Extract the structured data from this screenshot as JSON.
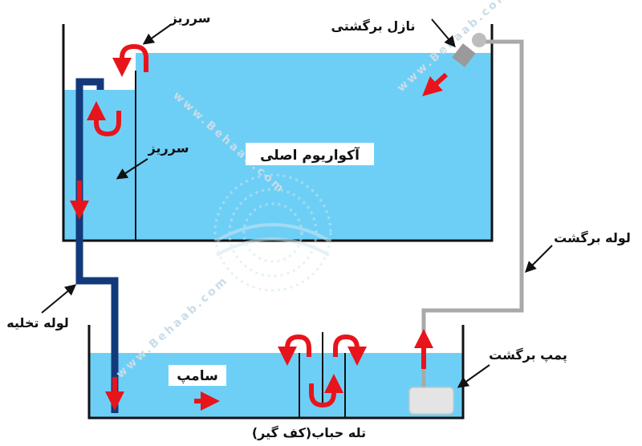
{
  "labels": {
    "overflow_top": "سرریز",
    "overflow_mid": "سرریز",
    "return_nozzle": "نازل برگشتی",
    "main_aquarium": "آکواریوم اصلی",
    "return_pipe": "لوله برگشت",
    "drain_pipe": "لوله تخلیه",
    "sump": "سامپ",
    "return_pump": "پمپ برگشت",
    "bubble_trap": "تله حباب(کف گیر)"
  },
  "watermark": {
    "text_1": "www.Behaab.com",
    "text_2": "www.Behaab.com",
    "text_3": "www.Behaab.com"
  },
  "colors": {
    "water": "#6ecff6",
    "drain_pipe": "#123a7a",
    "return_pipe": "#a9a9a9",
    "flow_arrow": "#e8141b",
    "tank_wall": "#111111",
    "pump": "#e4e4e4"
  }
}
